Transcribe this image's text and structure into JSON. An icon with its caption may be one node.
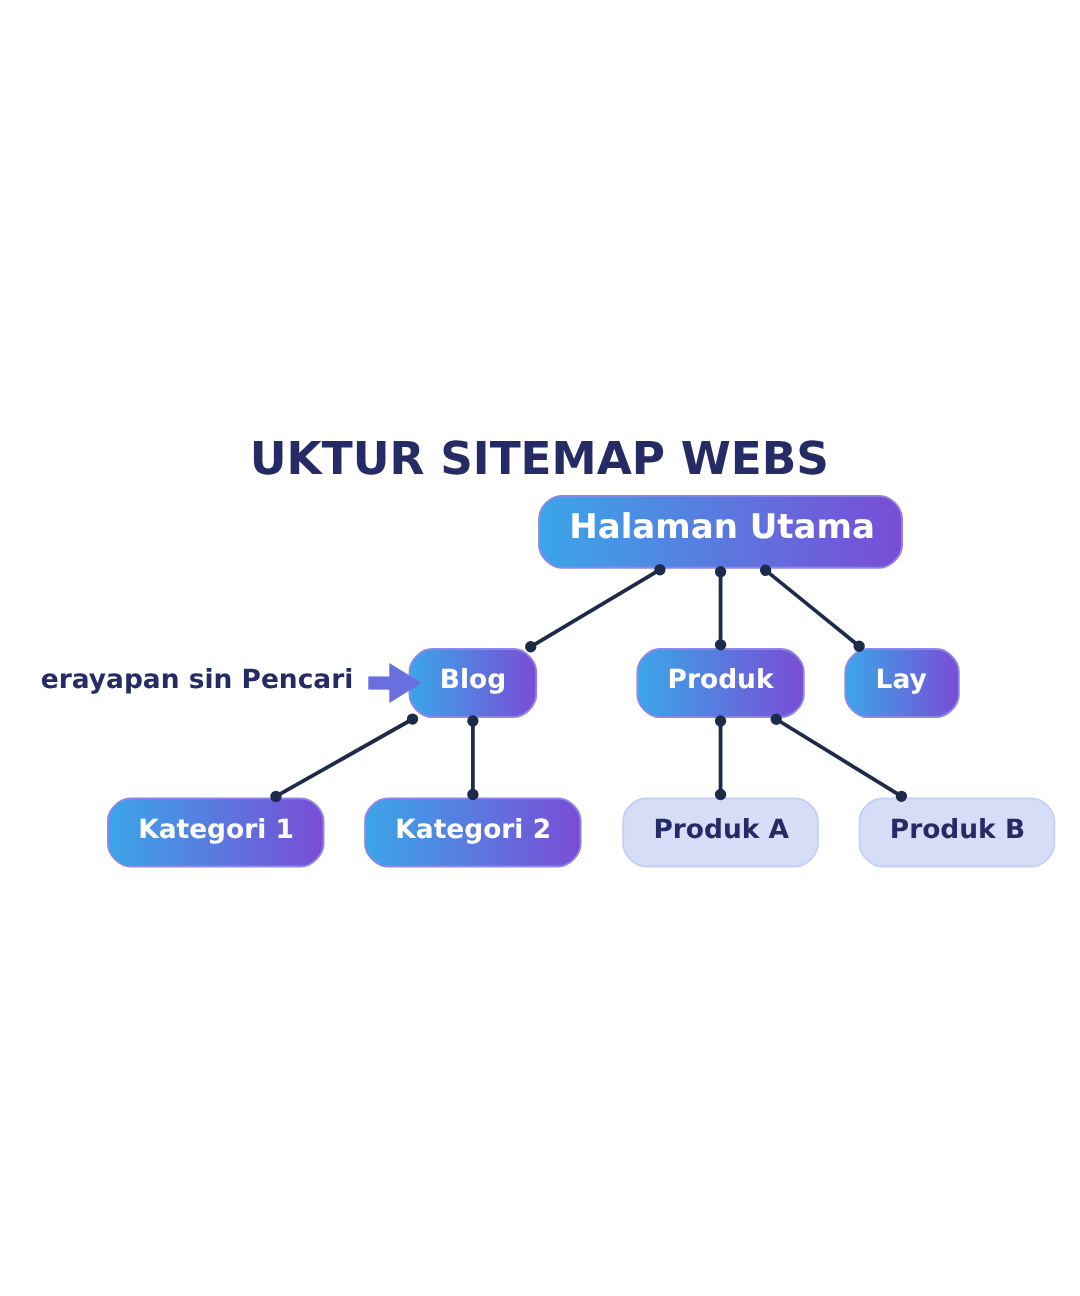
{
  "diagram": {
    "title": "UKTUR SITEMAP WEBS",
    "nodes": [
      {
        "text": [
          "Halaman Utama"
        ]
      },
      {
        "text": [
          "Blog"
        ]
      },
      {
        "text": [
          "Produk"
        ]
      },
      {
        "text": [
          "Lay"
        ]
      },
      {
        "text": [
          "Kategori 1"
        ]
      },
      {
        "text": [
          "Kategori 2"
        ]
      },
      {
        "text": [
          "Produk A"
        ]
      },
      {
        "text": [
          "Produk B"
        ]
      },
      {
        "text": [
          "erayapan sin Pencari"
        ]
      }
    ],
    "edges": [
      {
        "from": 0,
        "to": 1,
        "arrow": "other"
      },
      {
        "from": 0,
        "to": 2,
        "arrow": "other"
      },
      {
        "from": 0,
        "to": 3,
        "arrow": "other"
      },
      {
        "from": 1,
        "to": 4,
        "arrow": "other"
      },
      {
        "from": 1,
        "to": 5,
        "arrow": "other"
      },
      {
        "from": 2,
        "to": 6,
        "arrow": "other"
      },
      {
        "from": 2,
        "to": 7,
        "arrow": "other"
      },
      {
        "from": 8,
        "to": 1,
        "arrow": "to",
        "style": "thick",
        "color": "#6a6fe0"
      }
    ]
  }
}
